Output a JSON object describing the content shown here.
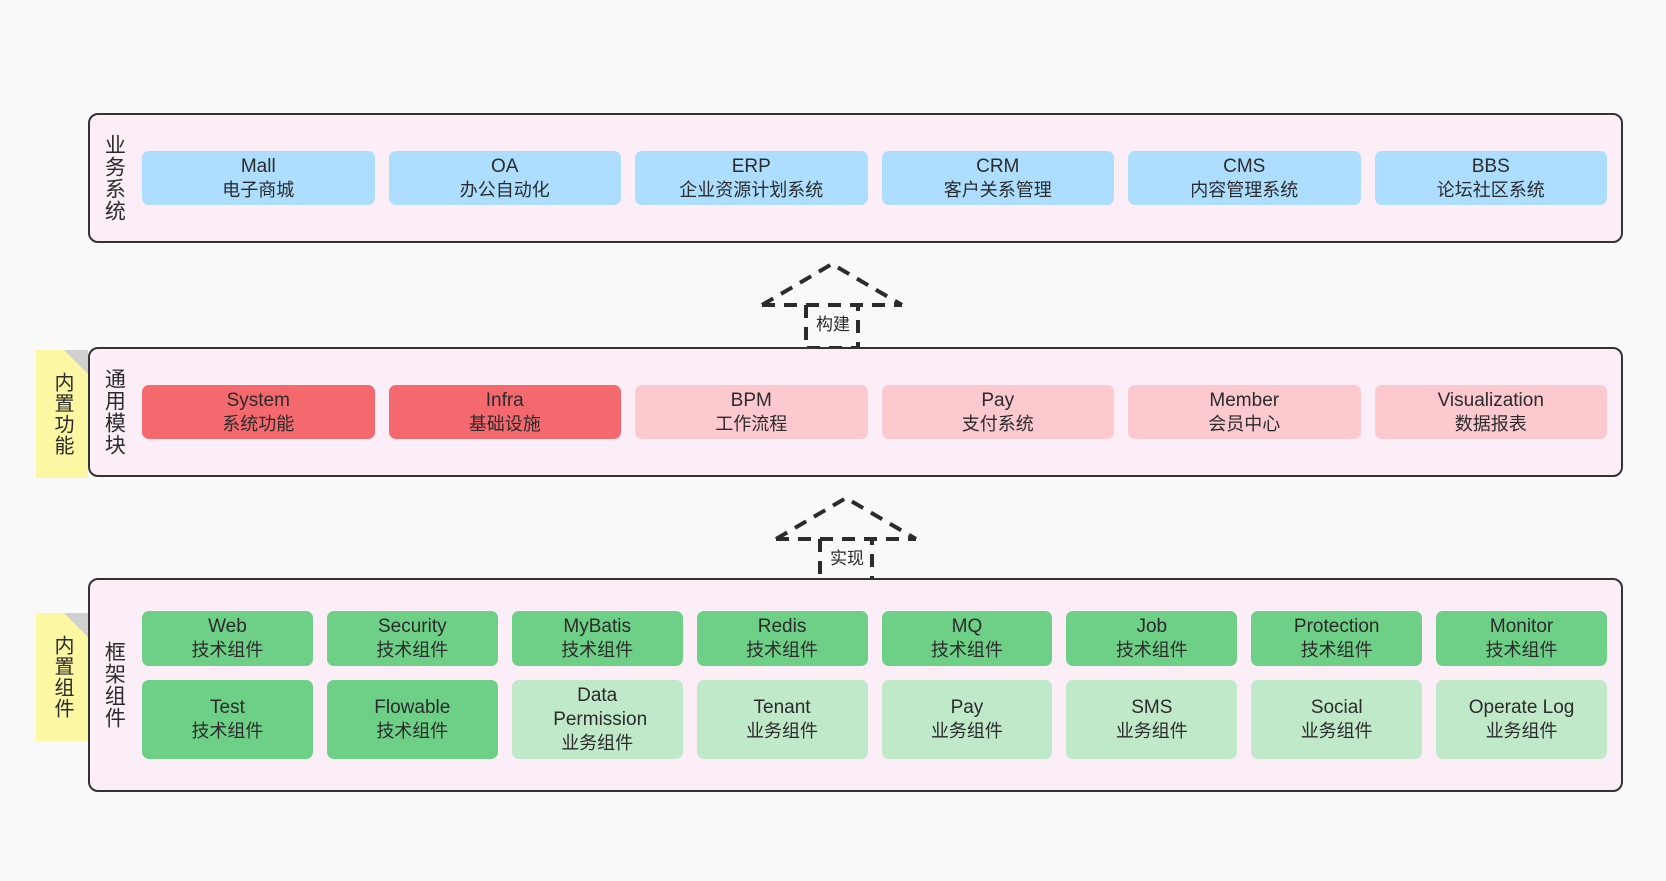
{
  "diagram": {
    "title": "",
    "background_color": "#f9f9f9",
    "layer_fill": "#fbeef7",
    "layer_border": "#333333",
    "note_fill": "#fbf7a3",
    "colors": {
      "business": "#addeff",
      "module_core": "#f4696e",
      "module_other": "#fcc9cf",
      "tech_component": "#6ed086",
      "biz_component": "#bfe9c9"
    }
  },
  "layers": [
    {
      "id": "business-system",
      "title": "业务系统",
      "rows": [
        [
          {
            "en": "Mall",
            "cn": "电子商城",
            "style": "blue"
          },
          {
            "en": "OA",
            "cn": "办公自动化",
            "style": "blue"
          },
          {
            "en": "ERP",
            "cn": "企业资源计划系统",
            "style": "blue"
          },
          {
            "en": "CRM",
            "cn": "客户关系管理",
            "style": "blue"
          },
          {
            "en": "CMS",
            "cn": "内容管理系统",
            "style": "blue"
          },
          {
            "en": "BBS",
            "cn": "论坛社区系统",
            "style": "blue"
          }
        ]
      ]
    },
    {
      "id": "common-module",
      "title": "通用模块",
      "note": "内置功能",
      "rows": [
        [
          {
            "en": "System",
            "cn": "系统功能",
            "style": "red"
          },
          {
            "en": "Infra",
            "cn": "基础设施",
            "style": "red"
          },
          {
            "en": "BPM",
            "cn": "工作流程",
            "style": "pink"
          },
          {
            "en": "Pay",
            "cn": "支付系统",
            "style": "pink"
          },
          {
            "en": "Member",
            "cn": "会员中心",
            "style": "pink"
          },
          {
            "en": "Visualization",
            "cn": "数据报表",
            "style": "pink"
          }
        ]
      ]
    },
    {
      "id": "framework-component",
      "title": "框架组件",
      "note": "内置组件",
      "rows": [
        [
          {
            "en": "Web",
            "cn": "技术组件",
            "style": "green"
          },
          {
            "en": "Security",
            "cn": "技术组件",
            "style": "green"
          },
          {
            "en": "MyBatis",
            "cn": "技术组件",
            "style": "green"
          },
          {
            "en": "Redis",
            "cn": "技术组件",
            "style": "green"
          },
          {
            "en": "MQ",
            "cn": "技术组件",
            "style": "green"
          },
          {
            "en": "Job",
            "cn": "技术组件",
            "style": "green"
          },
          {
            "en": "Protection",
            "cn": "技术组件",
            "style": "green"
          },
          {
            "en": "Monitor",
            "cn": "技术组件",
            "style": "green"
          }
        ],
        [
          {
            "en": "Test",
            "cn": "技术组件",
            "style": "green"
          },
          {
            "en": "Flowable",
            "cn": "技术组件",
            "style": "green"
          },
          {
            "en": "Data Permission",
            "cn": "业务组件",
            "style": "mint"
          },
          {
            "en": "Tenant",
            "cn": "业务组件",
            "style": "mint"
          },
          {
            "en": "Pay",
            "cn": "业务组件",
            "style": "mint"
          },
          {
            "en": "SMS",
            "cn": "业务组件",
            "style": "mint"
          },
          {
            "en": "Social",
            "cn": "业务组件",
            "style": "mint"
          },
          {
            "en": "Operate Log",
            "cn": "业务组件",
            "style": "mint"
          }
        ]
      ]
    }
  ],
  "connectors": [
    {
      "id": "build",
      "label": "构建",
      "from": "common-module",
      "to": "business-system",
      "style": "dashed-hollow-triangle"
    },
    {
      "id": "implement",
      "label": "实现",
      "from": "framework-component",
      "to": "common-module",
      "style": "dashed-hollow-triangle"
    }
  ]
}
